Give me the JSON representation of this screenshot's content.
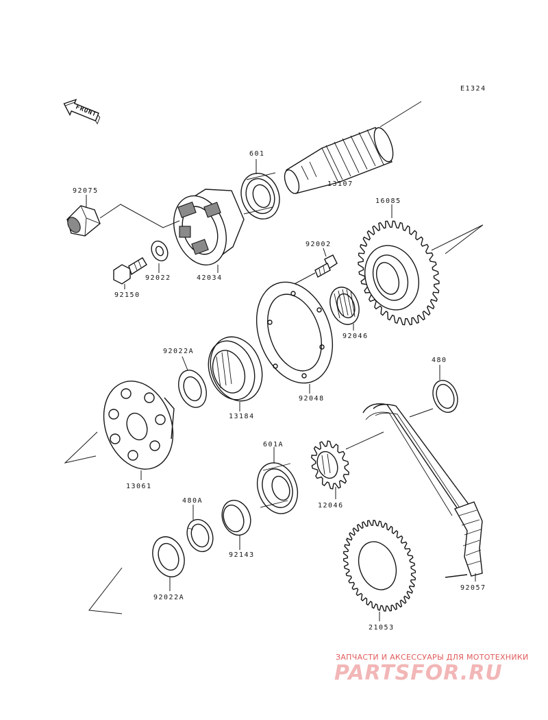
{
  "diagram": {
    "code": "E1324",
    "front_label": "FRONT",
    "parts": {
      "p92075": "92075",
      "p601": "601",
      "p13107": "13107",
      "p16085": "16085",
      "p42034": "42034",
      "p92022": "92022",
      "p92150": "92150",
      "p92002": "92002",
      "p92046": "92046",
      "p92022A_top": "92022A",
      "p13184": "13184",
      "p92048": "92048",
      "p480": "480",
      "p13061": "13061",
      "p601A": "601A",
      "p12046": "12046",
      "p480A": "480A",
      "p92143": "92143",
      "p92022A_bottom": "92022A",
      "p21053": "21053",
      "p92057": "92057"
    }
  },
  "watermark": {
    "title": "ЗАПЧАСТИ И АКСЕССУАРЫ ДЛЯ МОТОТЕХНИКИ",
    "logo": "PARTSFOR.RU"
  },
  "colors": {
    "ink": "#151515",
    "watermark_red": "#e15a5a",
    "watermark_light": "#f2b6b6"
  }
}
